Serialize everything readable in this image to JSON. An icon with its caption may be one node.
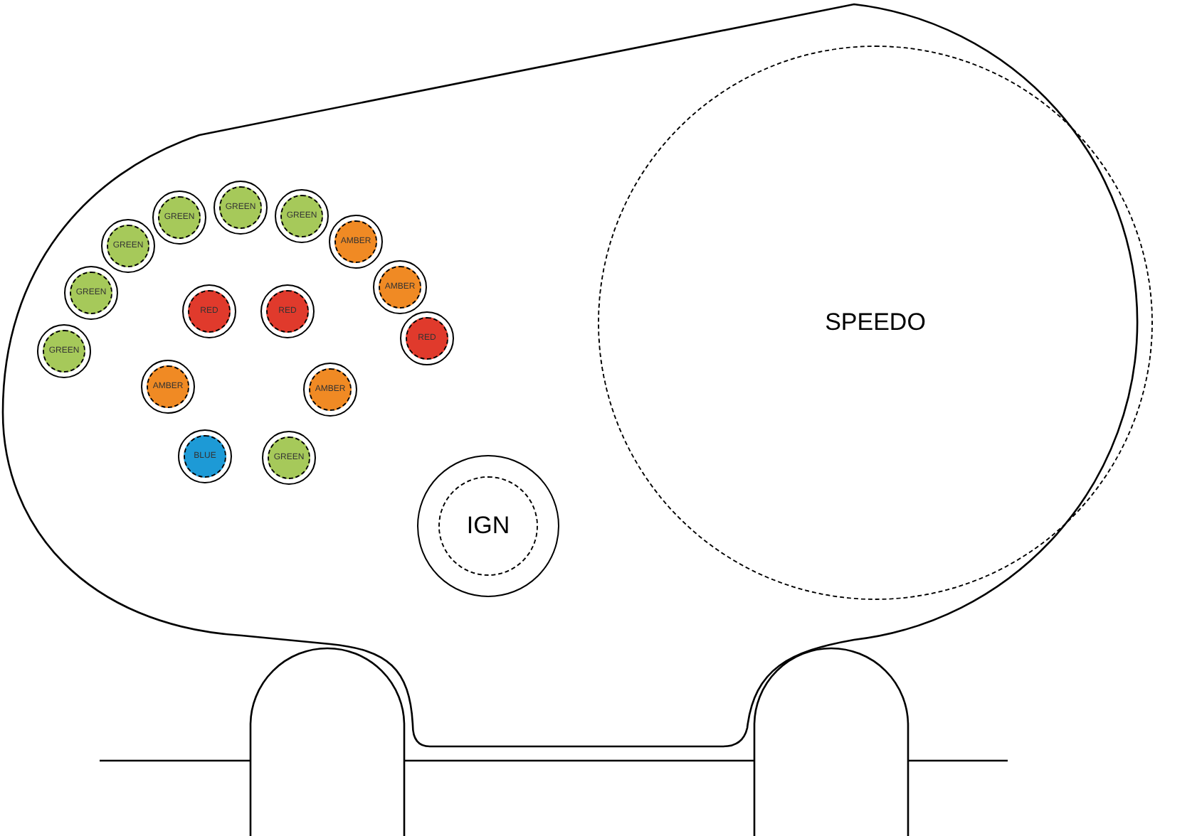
{
  "diagram": {
    "nodes": [
      {
        "text": [
          "GREEN"
        ]
      },
      {
        "text": [
          "GREEN"
        ]
      },
      {
        "text": [
          "GREEN"
        ]
      },
      {
        "text": [
          "AMBER"
        ]
      },
      {
        "text": [
          "GREEN"
        ]
      },
      {
        "text": [
          "AMBER"
        ]
      },
      {
        "text": [
          "GREEN"
        ]
      },
      {
        "text": [
          "RED"
        ]
      },
      {
        "text": [
          "RED"
        ]
      },
      {
        "text": [
          "RED"
        ]
      },
      {
        "text": [
          "GREEN"
        ]
      },
      {
        "text": [
          "AMBER"
        ]
      },
      {
        "text": [
          "AMBER"
        ]
      },
      {
        "text": [
          "BLUE"
        ]
      },
      {
        "text": [
          "GREEN"
        ]
      },
      {
        "text": [
          "SPEEDO"
        ]
      },
      {
        "text": [
          "IGN"
        ]
      }
    ],
    "edges": []
  }
}
